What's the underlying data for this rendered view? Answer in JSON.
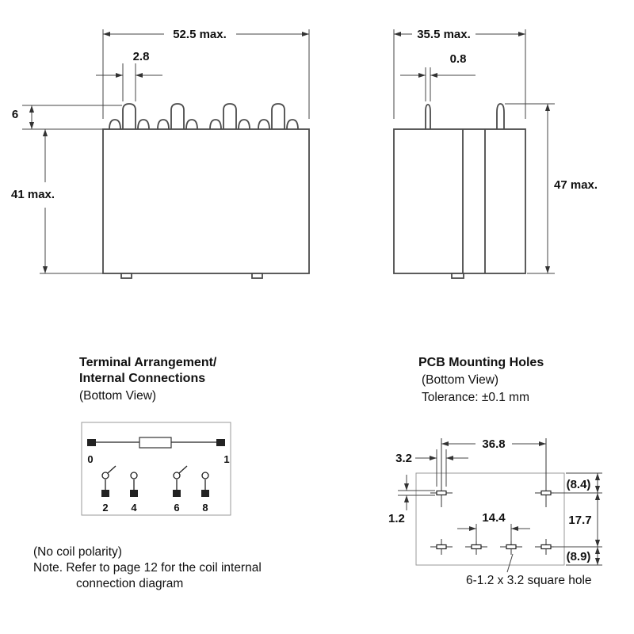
{
  "front_view": {
    "width": "52.5 max.",
    "terminal_width": "2.8",
    "terminal_height": "6",
    "body_height": "41 max."
  },
  "side_view": {
    "width": "35.5 max.",
    "pin_thickness": "0.8",
    "total_height": "47 max."
  },
  "terminal_arrangement": {
    "title_line1": "Terminal Arrangement/",
    "title_line2": "Internal Connections",
    "view_label": "(Bottom View)",
    "coil_terminals": [
      "0",
      "1"
    ],
    "contact_terminals": [
      "2",
      "4",
      "6",
      "8"
    ],
    "polarity_note": "(No coil polarity)",
    "note_line1": "Note. Refer to page 12 for the coil internal",
    "note_line2": "connection diagram"
  },
  "pcb_mounting_holes": {
    "title": "PCB Mounting Holes",
    "view_label": "(Bottom View)",
    "tolerance": "Tolerance: ±0.1 mm",
    "dim_span": "36.8",
    "dim_hole_width": "3.2",
    "dim_hole_height": "1.2",
    "dim_center_pitch": "14.4",
    "dim_top_offset": "(8.4)",
    "dim_row_pitch": "17.7",
    "dim_bottom_offset": "(8.9)",
    "hole_note": "6-1.2 x 3.2 square hole"
  }
}
